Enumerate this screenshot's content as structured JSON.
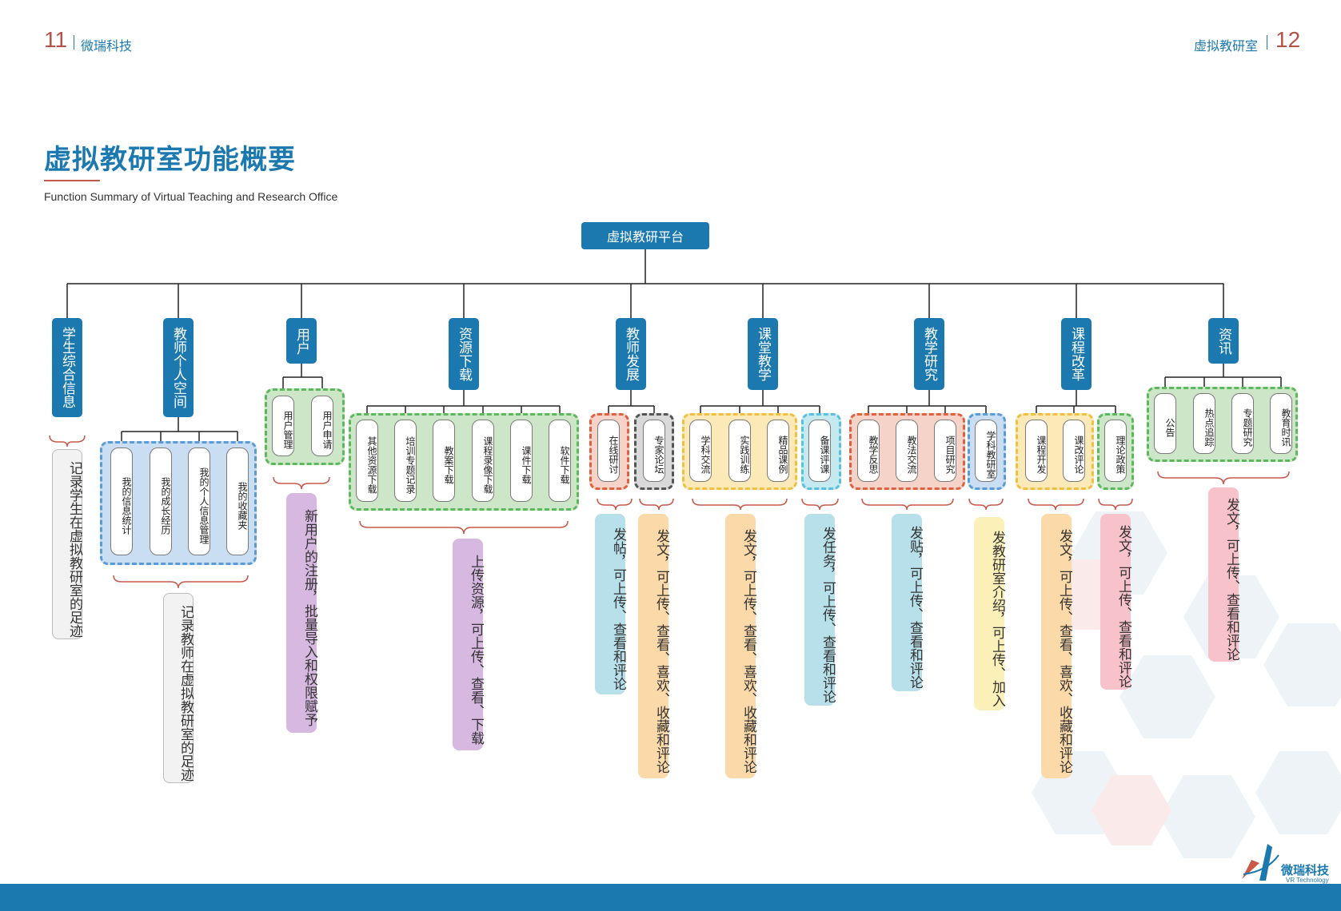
{
  "header": {
    "left_num": "11",
    "left_label": "微瑞科技",
    "right_label": "虚拟教研室",
    "right_num": "12"
  },
  "title": "虚拟教研室功能概要",
  "subtitle": "Function Summary of Virtual Teaching and Research Office",
  "platform": "虚拟教研平台",
  "categories": [
    {
      "label": "学生综合信息"
    },
    {
      "label": "教师个人空间"
    },
    {
      "label": "用户"
    },
    {
      "label": "资源下载"
    },
    {
      "label": "教师发展"
    },
    {
      "label": "课堂教学"
    },
    {
      "label": "教学研究"
    },
    {
      "label": "课程改革"
    },
    {
      "label": "资讯"
    }
  ],
  "items": {
    "teacher_space": [
      "我的信息统计",
      "我的成长经历",
      "我的个人信息管理",
      "我的收藏夹"
    ],
    "user": [
      "用户管理",
      "用户申请"
    ],
    "resource": [
      "其他资源下载",
      "培训专题记录",
      "教案下载",
      "课程录像下载",
      "课件下载",
      "软件下载"
    ],
    "dev_a": [
      "在线研讨"
    ],
    "dev_b": [
      "专家论坛"
    ],
    "class_a": [
      "学科交流",
      "实践训练",
      "精品课例"
    ],
    "class_b": [
      "备课评课"
    ],
    "research_a": [
      "教学反思",
      "教法交流",
      "项目研究"
    ],
    "research_b": [
      "学科教研室"
    ],
    "reform_a": [
      "课程开发",
      "课改评论"
    ],
    "reform_b": [
      "理论政策"
    ],
    "news": [
      "公告",
      "热点追踪",
      "专题研究",
      "教育时讯"
    ]
  },
  "descriptions": {
    "student": "记录学生在虚拟教研室的足迹",
    "teacher": "记录教师在虚拟教研室的足迹",
    "user": "新用户的注册，批量导入和权限赋予",
    "resource": "上传资源，可上传、查看、下载",
    "dev_a": "发帖，可上传、查看和评论",
    "dev_b": "发文，可上传、查看、喜欢、收藏和评论",
    "class_a": "发文，可上传、查看、喜欢、收藏和评论",
    "class_b": "发任务，可上传、查看和评论",
    "research_a": "发贴，可上传、查看和评论",
    "research_b": "发教研室介绍，可上传、加入",
    "reform_a": "发文，可上传、查看、喜欢、收藏和评论",
    "reform_b": "发文，可上传、查看和评论",
    "news": "发文，可上传、查看和评论"
  },
  "brand": {
    "name": "微瑞科技",
    "sub": "VR Technology"
  },
  "colors": {
    "primary": "#1b79b0",
    "accent": "#c8584a",
    "blue_group": "#c9def2",
    "green_group": "#cde6c8",
    "red_group": "#f6d3c8",
    "gray_group": "#d9d9d9",
    "yellow_group": "#fbe9b8",
    "cyan_group": "#c4eaf0"
  }
}
